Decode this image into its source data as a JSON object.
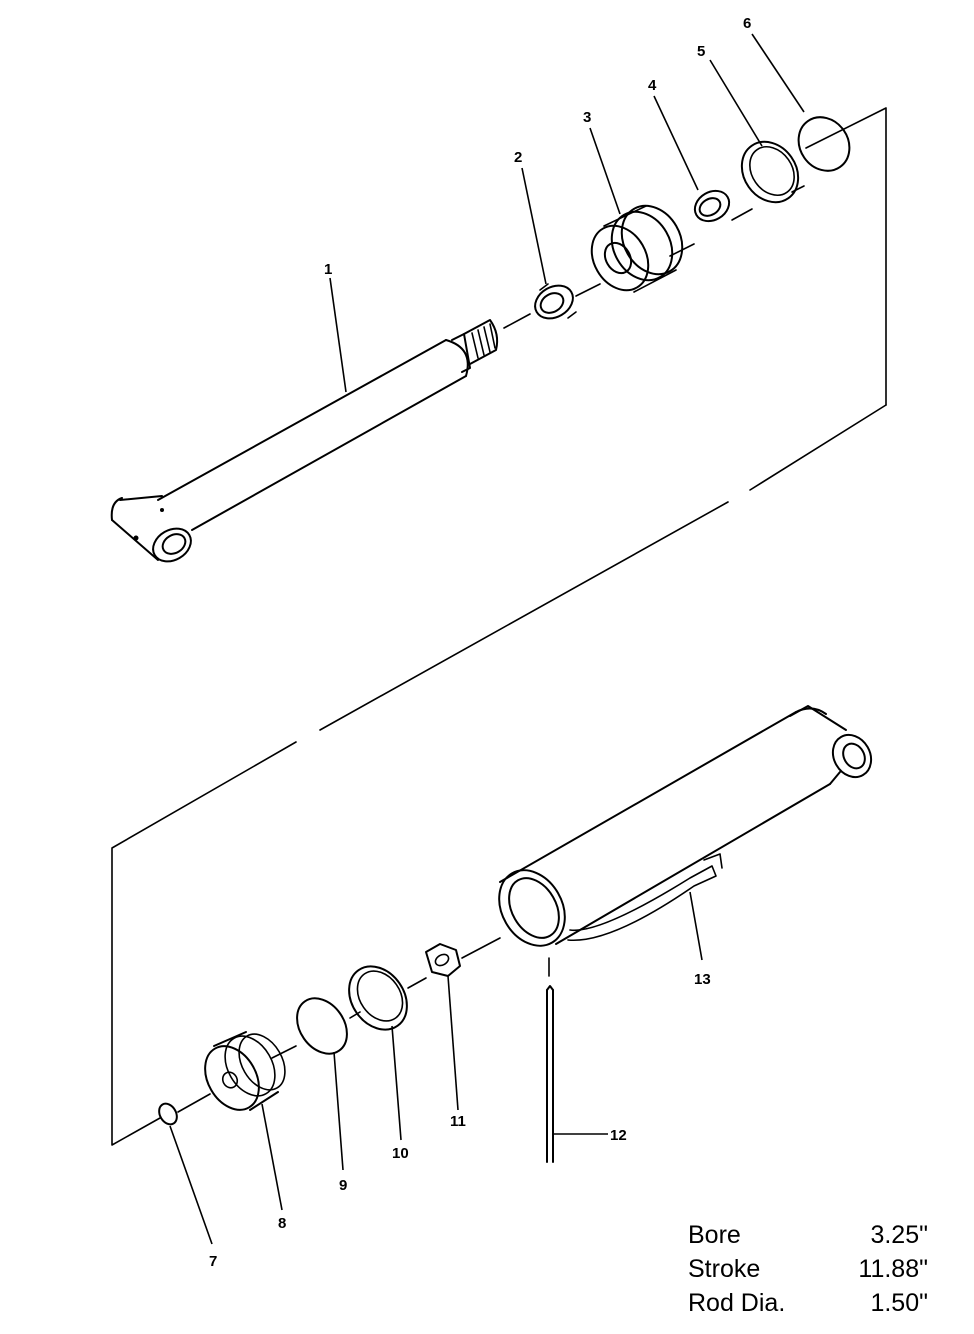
{
  "callouts": {
    "c1": "1",
    "c2": "2",
    "c3": "3",
    "c4": "4",
    "c5": "5",
    "c6": "6",
    "c7": "7",
    "c8": "8",
    "c9": "9",
    "c10": "10",
    "c11": "11",
    "c12": "12",
    "c13": "13"
  },
  "specs": [
    {
      "label": "Bore",
      "value": "3.25\""
    },
    {
      "label": "Stroke",
      "value": "11.88\""
    },
    {
      "label": "Rod Dia.",
      "value": "1.50\""
    }
  ]
}
